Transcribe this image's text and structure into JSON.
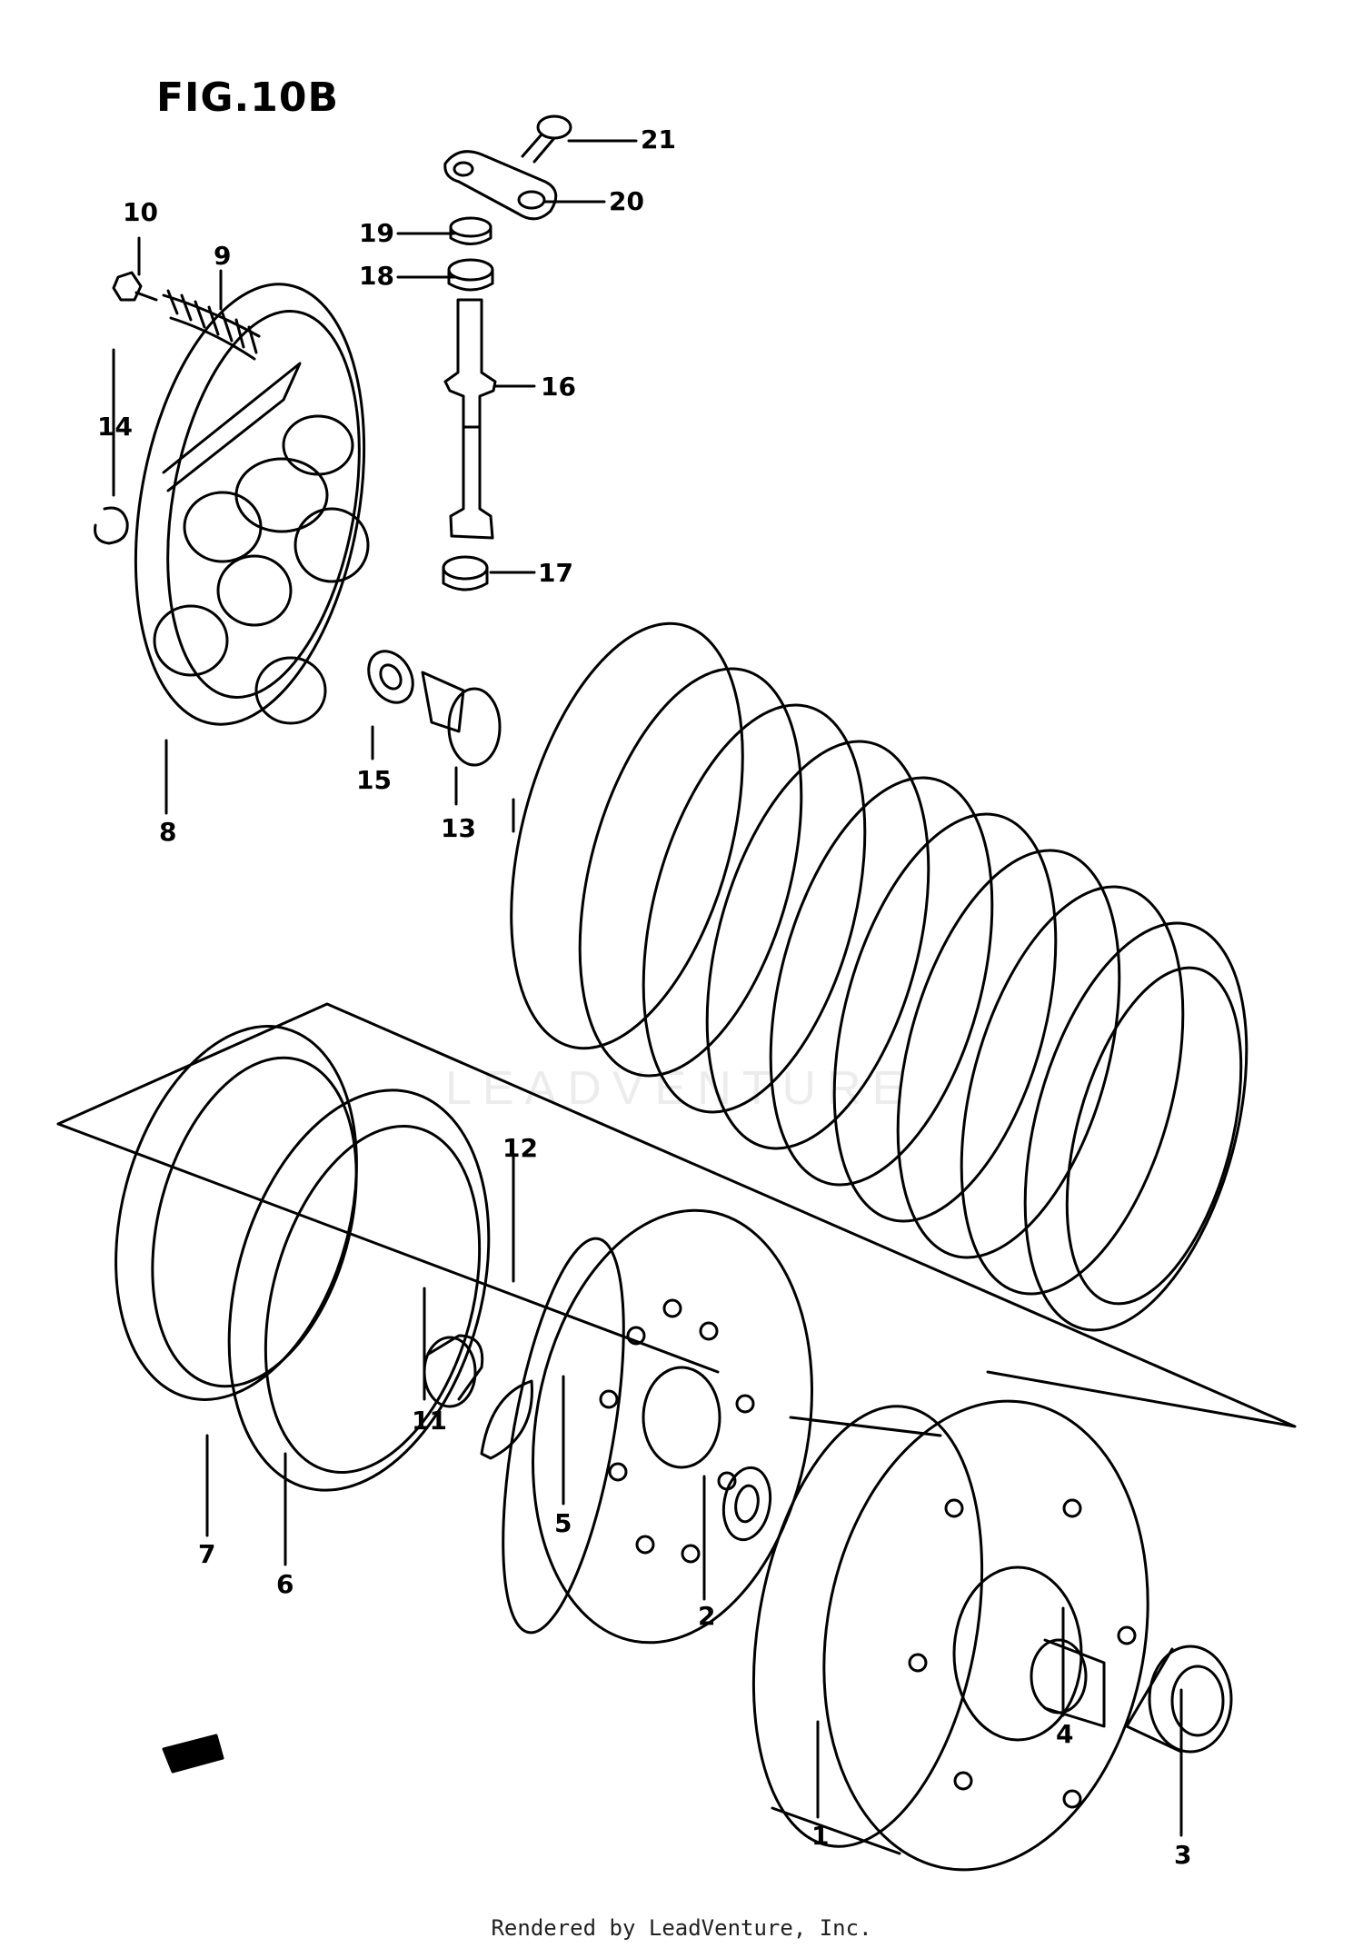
{
  "figure": {
    "title": "FIG.10B"
  },
  "parts": [
    {
      "id": "p1",
      "number": "1"
    },
    {
      "id": "p2",
      "number": "2"
    },
    {
      "id": "p3",
      "number": "3"
    },
    {
      "id": "p4",
      "number": "4"
    },
    {
      "id": "p5",
      "number": "5"
    },
    {
      "id": "p6",
      "number": "6"
    },
    {
      "id": "p7",
      "number": "7"
    },
    {
      "id": "p8",
      "number": "8"
    },
    {
      "id": "p9",
      "number": "9"
    },
    {
      "id": "p10",
      "number": "10"
    },
    {
      "id": "p11",
      "number": "11"
    },
    {
      "id": "p12",
      "number": "12"
    },
    {
      "id": "p13",
      "number": "13"
    },
    {
      "id": "p14",
      "number": "14"
    },
    {
      "id": "p15",
      "number": "15"
    },
    {
      "id": "p16",
      "number": "16"
    },
    {
      "id": "p17",
      "number": "17"
    },
    {
      "id": "p18",
      "number": "18"
    },
    {
      "id": "p19",
      "number": "19"
    },
    {
      "id": "p20",
      "number": "20"
    },
    {
      "id": "p21",
      "number": "21"
    }
  ],
  "watermark": "LEADVENTURE",
  "footer": "Rendered by LeadVenture, Inc."
}
